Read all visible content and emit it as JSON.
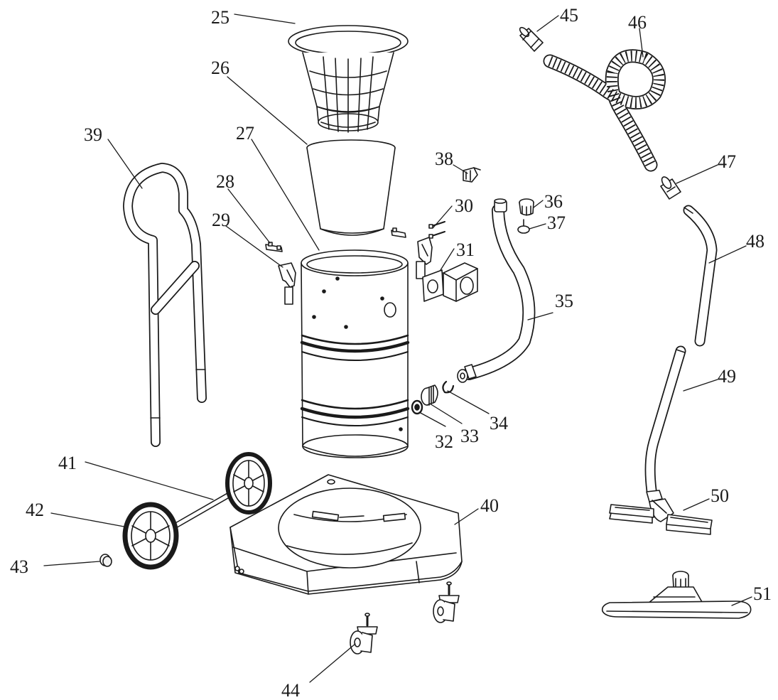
{
  "diagram": {
    "style": {
      "ink": "#1a1a1a",
      "fill": "#ffffff",
      "shade": "#f2f2f2"
    },
    "parts": [
      {
        "id": "p25",
        "number": "25"
      },
      {
        "id": "p26",
        "number": "26"
      },
      {
        "id": "p27",
        "number": "27"
      },
      {
        "id": "p28",
        "number": "28"
      },
      {
        "id": "p29",
        "number": "29"
      },
      {
        "id": "p30",
        "number": "30"
      },
      {
        "id": "p31",
        "number": "31"
      },
      {
        "id": "p32",
        "number": "32"
      },
      {
        "id": "p33",
        "number": "33"
      },
      {
        "id": "p34",
        "number": "34"
      },
      {
        "id": "p35",
        "number": "35"
      },
      {
        "id": "p36",
        "number": "36"
      },
      {
        "id": "p37",
        "number": "37"
      },
      {
        "id": "p38",
        "number": "38"
      },
      {
        "id": "p39",
        "number": "39"
      },
      {
        "id": "p40",
        "number": "40"
      },
      {
        "id": "p41",
        "number": "41"
      },
      {
        "id": "p42",
        "number": "42"
      },
      {
        "id": "p43",
        "number": "43"
      },
      {
        "id": "p44",
        "number": "44"
      },
      {
        "id": "p45",
        "number": "45"
      },
      {
        "id": "p46",
        "number": "46"
      },
      {
        "id": "p47",
        "number": "47"
      },
      {
        "id": "p48",
        "number": "48"
      },
      {
        "id": "p49",
        "number": "49"
      },
      {
        "id": "p50",
        "number": "50"
      },
      {
        "id": "p51",
        "number": "51"
      }
    ]
  }
}
